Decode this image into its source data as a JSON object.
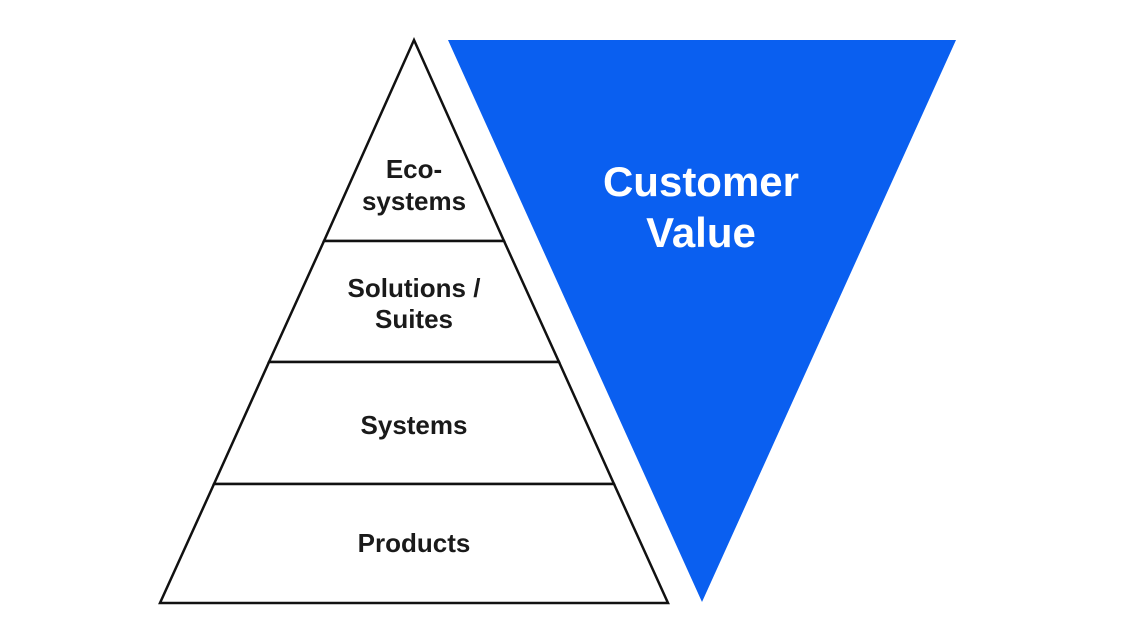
{
  "pyramid": {
    "layers": [
      {
        "lines": [
          "Eco-",
          "systems"
        ]
      },
      {
        "lines": [
          "Solutions /",
          "Suites"
        ]
      },
      {
        "lines": [
          "Systems"
        ]
      },
      {
        "lines": [
          "Products"
        ]
      }
    ]
  },
  "value_triangle": {
    "lines": [
      "Customer",
      "Value"
    ],
    "color": "#0a5ff0"
  },
  "colors": {
    "outline": "#111111",
    "text": "#1a1a1a",
    "background": "#ffffff"
  }
}
